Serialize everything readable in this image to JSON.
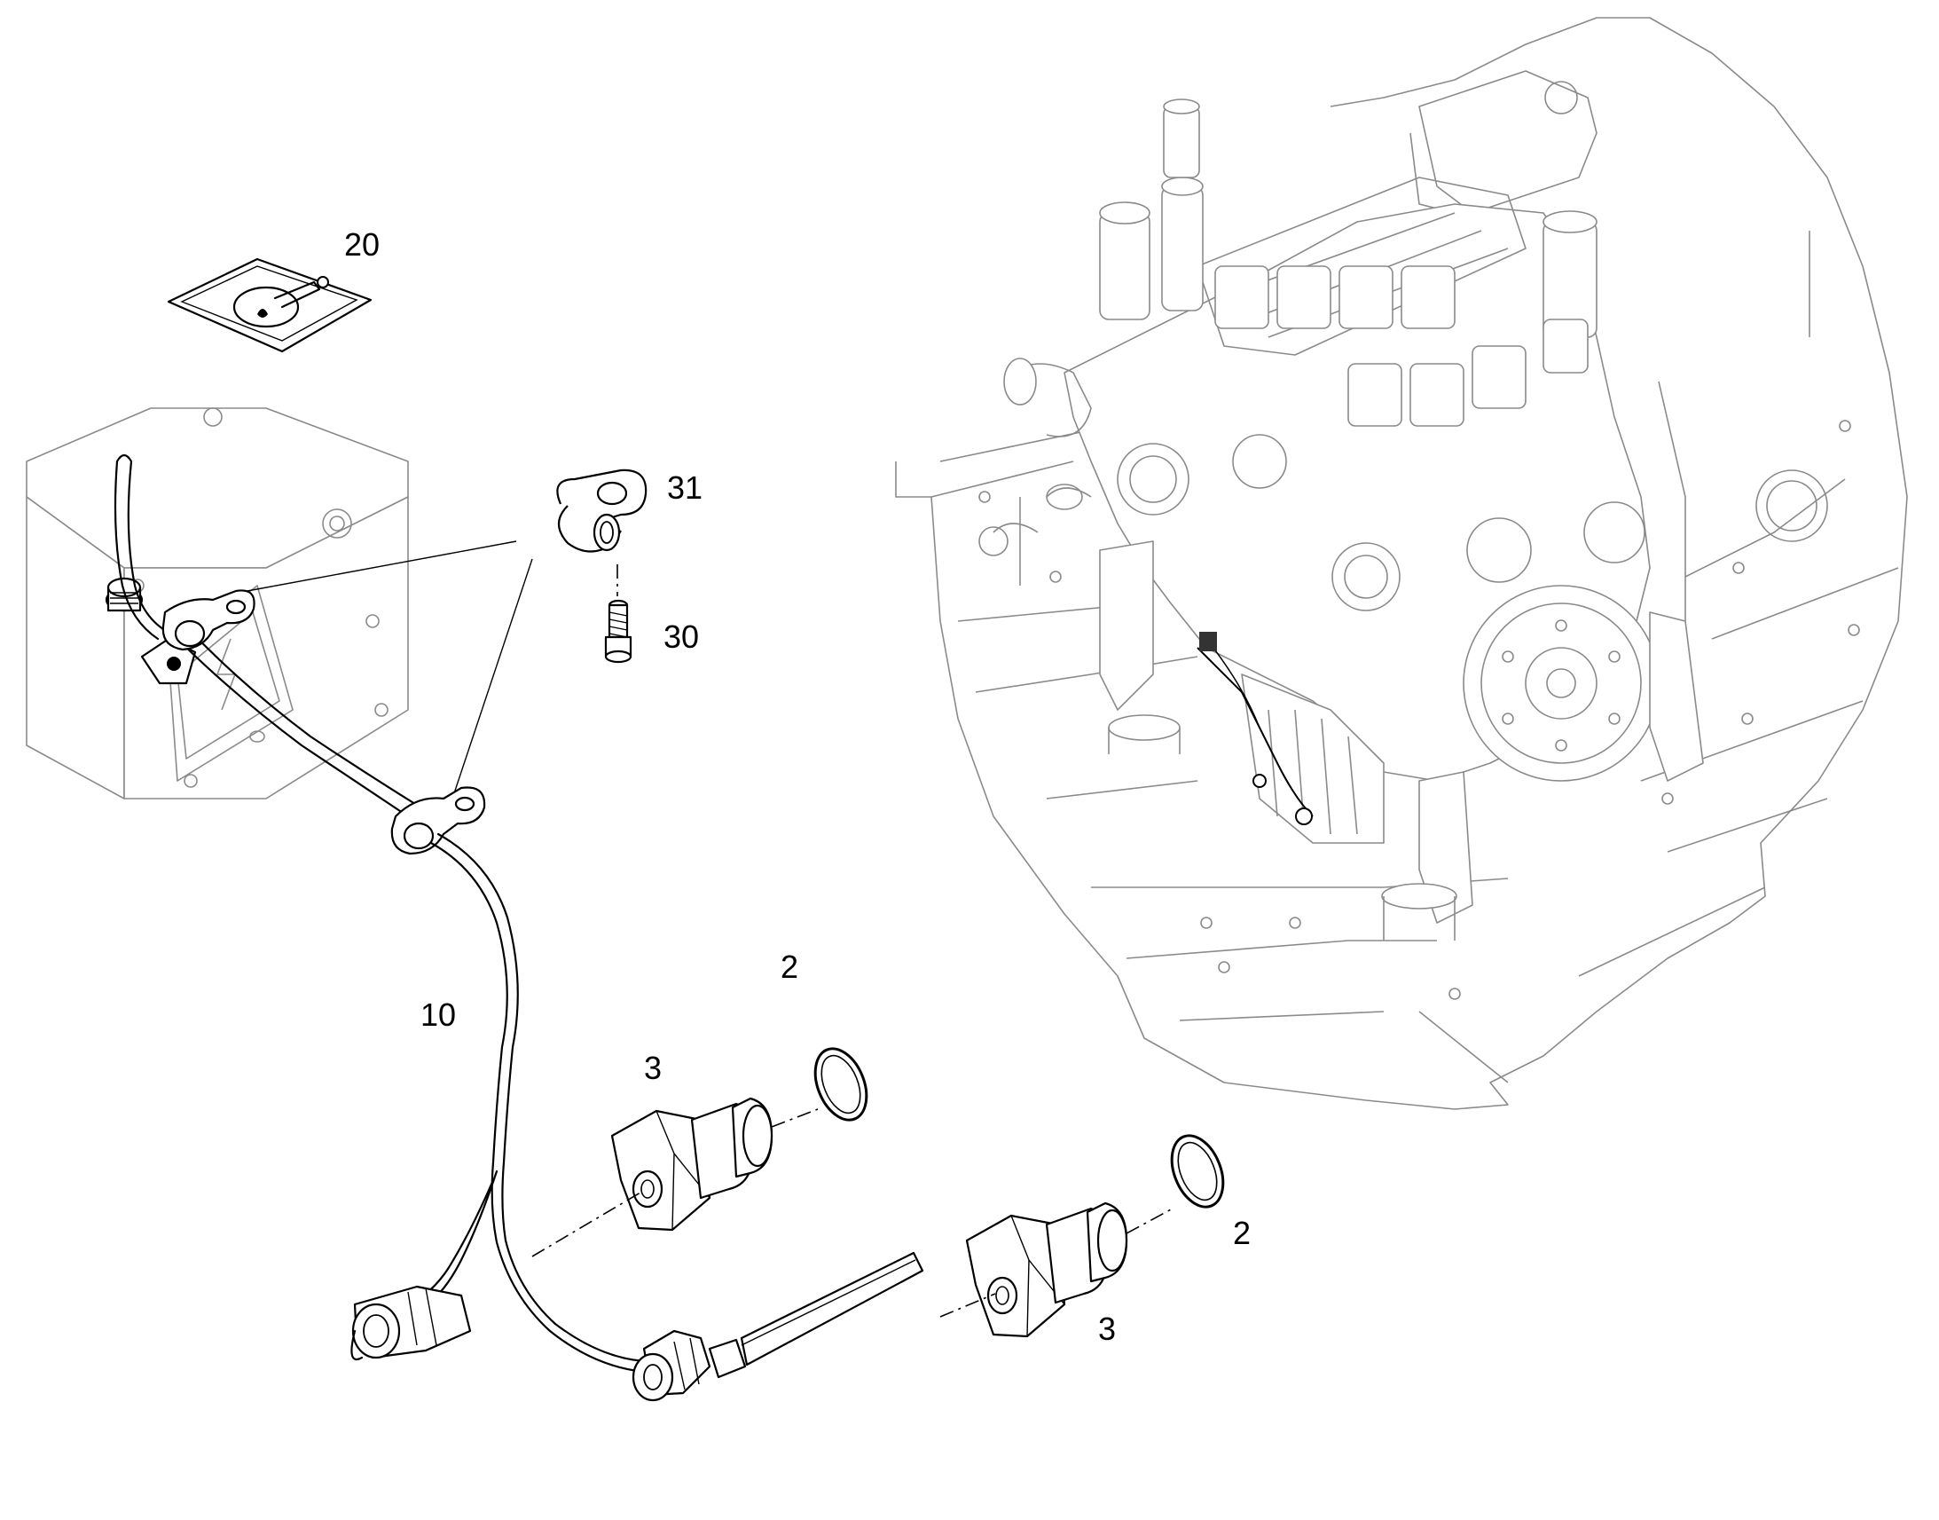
{
  "diagram": {
    "callouts": [
      {
        "id": "20",
        "label": "20"
      },
      {
        "id": "31",
        "label": "31"
      },
      {
        "id": "30",
        "label": "30"
      },
      {
        "id": "10",
        "label": "10"
      },
      {
        "id": "2a",
        "label": "2"
      },
      {
        "id": "3a",
        "label": "3"
      },
      {
        "id": "2b",
        "label": "2"
      },
      {
        "id": "3b",
        "label": "3"
      }
    ]
  }
}
